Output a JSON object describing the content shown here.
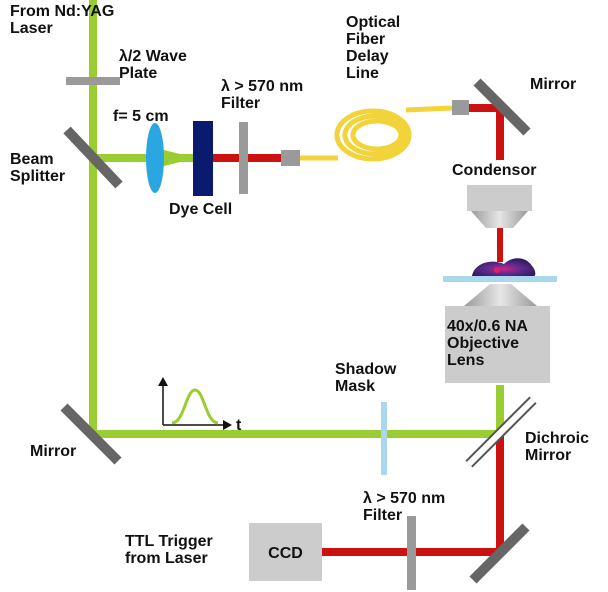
{
  "labels": {
    "laser_source": "From Nd:YAG\nLaser",
    "wave_plate": "λ/2 Wave\nPlate",
    "lens": "f= 5 cm",
    "filter_top": "λ > 570 nm\nFilter",
    "fiber": "Optical\nFiber\nDelay\nLine",
    "mirror_top_right": "Mirror",
    "beam_splitter": "Beam\nSplitter",
    "dye_cell": "Dye Cell",
    "condensor": "Condensor",
    "objective": "40x/0.6 NA\nObjective\nLens",
    "shadow_mask": "Shadow\nMask",
    "mirror_left": "Mirror",
    "dichroic": "Dichroic\nMirror",
    "filter_bottom": "λ > 570 nm\nFilter",
    "ttl": "TTL Trigger\nfrom Laser",
    "ccd": "CCD",
    "time_axis": "t"
  },
  "colors": {
    "green_beam": "#9acd32",
    "red_beam": "#cc1111",
    "fiber": "#f2d33a",
    "optic_gray": "#9a9a9a",
    "mirror_gray": "#666666",
    "lens_blue": "#2aa7e0",
    "dye_cell_blue": "#0a1a6e",
    "slide_blue": "#a9d7ee",
    "ccd_gray": "#cccccc"
  }
}
